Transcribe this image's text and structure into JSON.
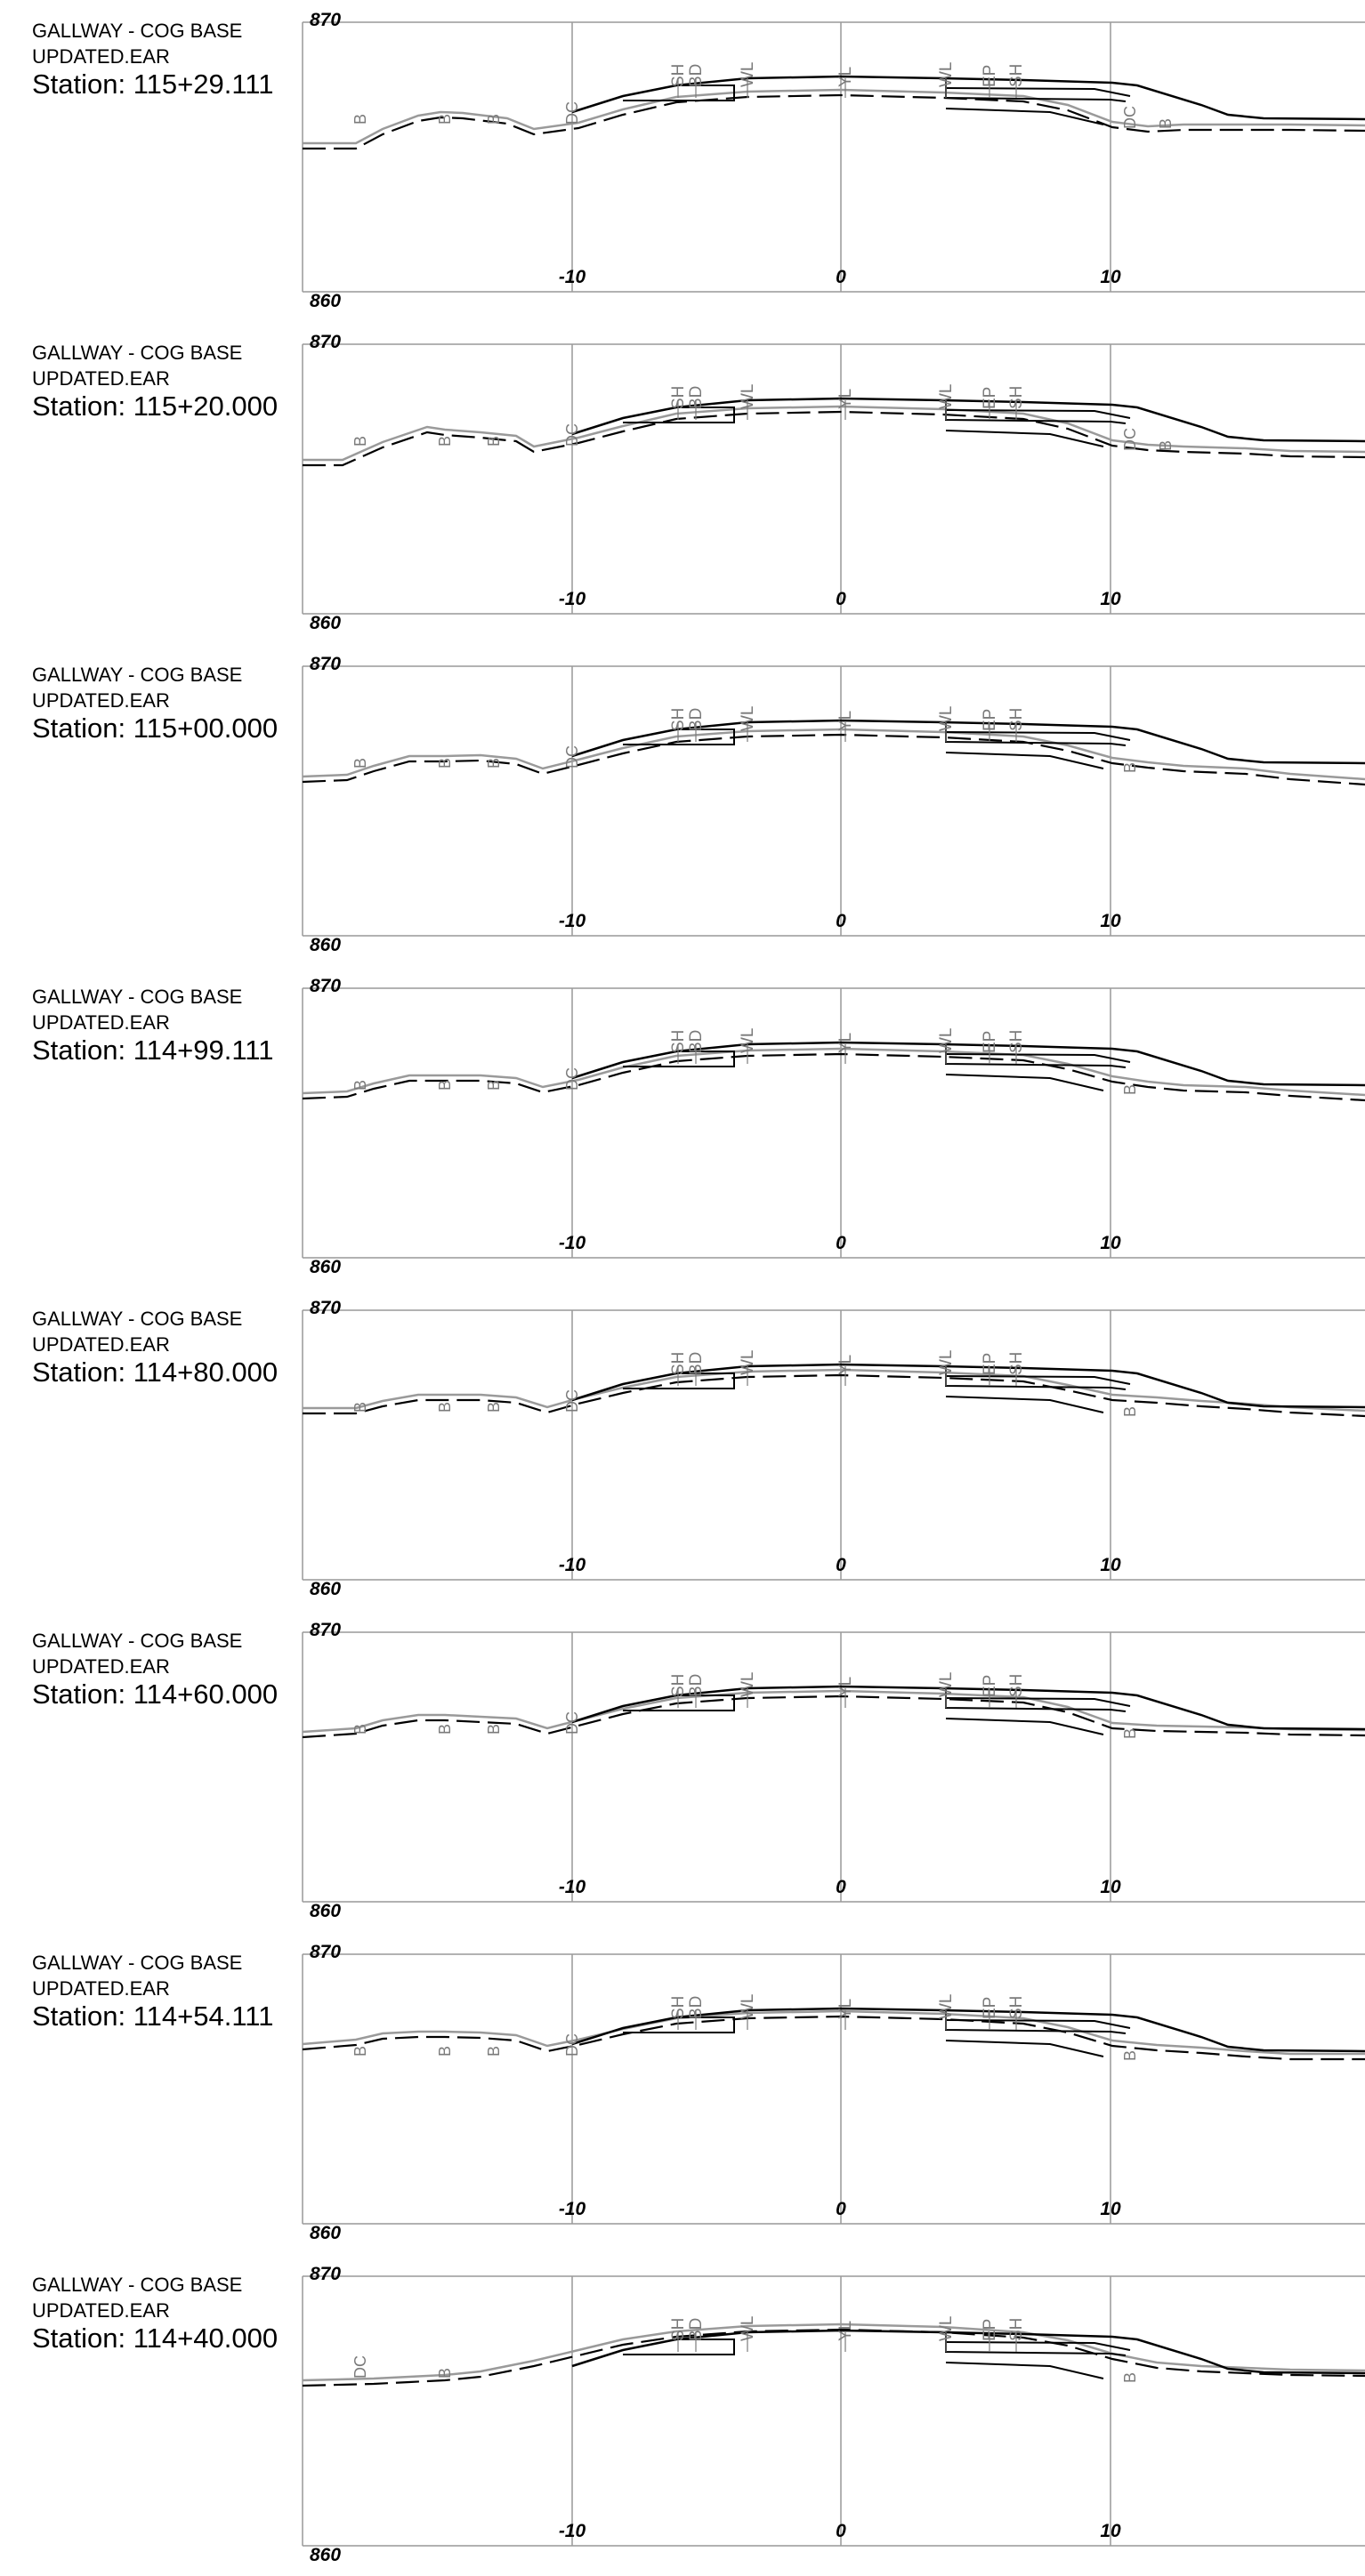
{
  "sheet": {
    "project": "GALLWAY - COG BASE",
    "file": "UPDATED.EAR",
    "station_prefix": "Station: ",
    "elev_top": "870",
    "elev_bottom": "860",
    "offset_labels": [
      "-10",
      "0",
      "10"
    ],
    "line_colors": {
      "grid": "#999999",
      "existing_ground": "#9a9a9a",
      "design": "#000000",
      "label": "#7a7a7a"
    }
  },
  "sections": [
    {
      "station": "115+29.111",
      "left_labels": [
        "B",
        "B",
        "B",
        "DC"
      ],
      "right_labels": [
        "DC",
        "B"
      ]
    },
    {
      "station": "115+20.000",
      "left_labels": [
        "B",
        "B",
        "B",
        "DC"
      ],
      "right_labels": [
        "DC",
        "B"
      ]
    },
    {
      "station": "115+00.000",
      "left_labels": [
        "B",
        "B",
        "B",
        "DC"
      ],
      "right_labels": [
        "B"
      ]
    },
    {
      "station": "114+99.111",
      "left_labels": [
        "B",
        "B",
        "B",
        "DC"
      ],
      "right_labels": [
        "B"
      ]
    },
    {
      "station": "114+80.000",
      "left_labels": [
        "B",
        "B",
        "B",
        "DC"
      ],
      "right_labels": [
        "B"
      ]
    },
    {
      "station": "114+60.000",
      "left_labels": [
        "B",
        "B",
        "B",
        "DC"
      ],
      "right_labels": [
        "B"
      ]
    },
    {
      "station": "114+54.111",
      "left_labels": [
        "B",
        "B",
        "B",
        "DC"
      ],
      "right_labels": [
        "B"
      ]
    },
    {
      "station": "114+40.000",
      "left_labels": [
        "DC",
        "B"
      ],
      "right_labels": [
        "B"
      ]
    }
  ],
  "centerline_labels": [
    "SH",
    "BD",
    "WL",
    "YL",
    "WL",
    "EP",
    "SH"
  ]
}
